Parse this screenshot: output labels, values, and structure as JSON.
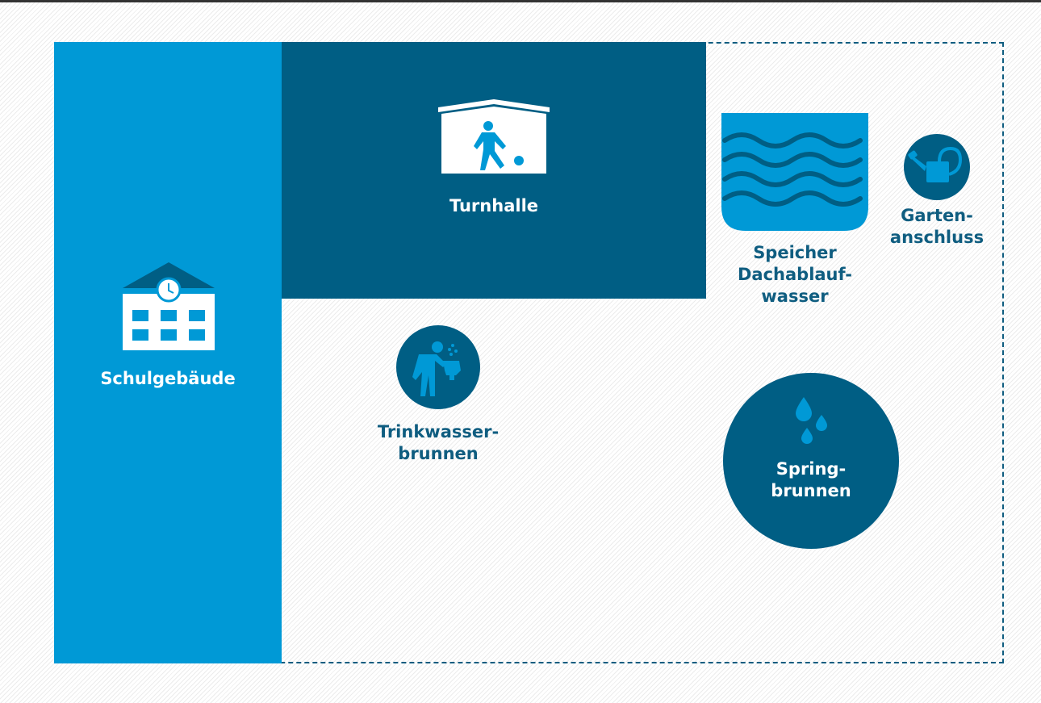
{
  "colors": {
    "accent_light": "#0099d6",
    "accent_dark": "#005e84",
    "text_dark": "#0f5d80"
  },
  "areas": {
    "school": {
      "label": "Schulgebäude",
      "icon": "school-building-icon"
    },
    "gym": {
      "label": "Turnhalle",
      "icon": "gym-football-icon"
    },
    "storage": {
      "line1": "Speicher",
      "line2": "Dachablauf-",
      "line3": "wasser",
      "icon": "water-waves-icon"
    },
    "garden": {
      "line1": "Garten-",
      "line2": "anschluss",
      "icon": "watering-can-icon"
    },
    "drinking": {
      "line1": "Trinkwasser-",
      "line2": "brunnen",
      "icon": "drinking-fountain-icon"
    },
    "fountain": {
      "line1": "Spring-",
      "line2": "brunnen",
      "icon": "water-drops-icon"
    }
  }
}
